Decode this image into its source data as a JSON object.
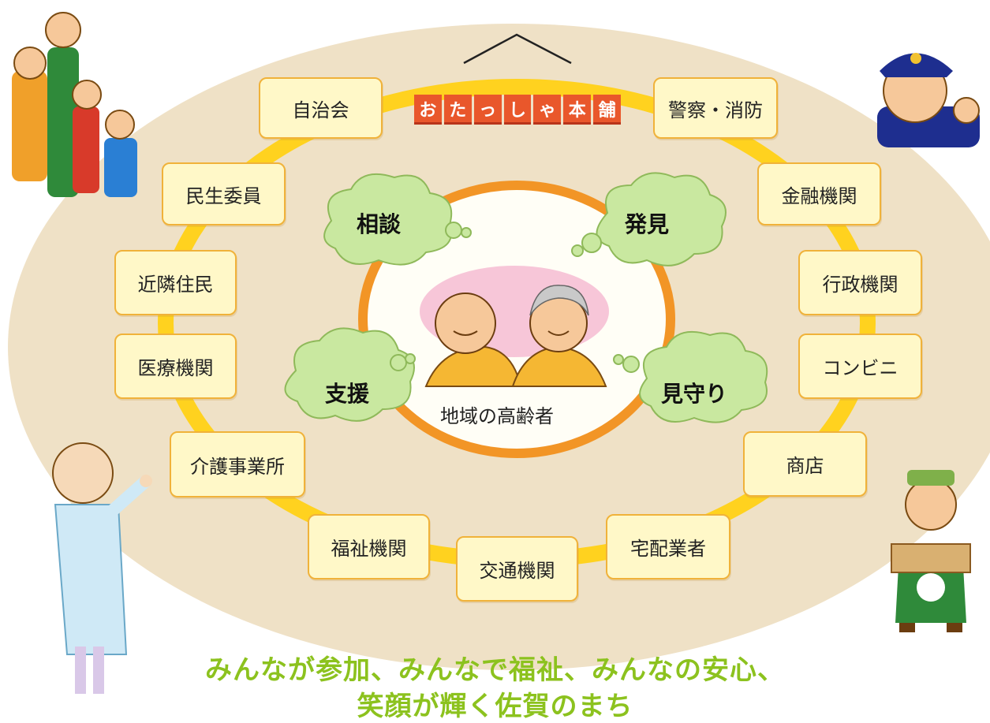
{
  "banner": [
    "お",
    "た",
    "っ",
    "し",
    "ゃ",
    "本",
    "舗"
  ],
  "center": {
    "label": "地域の高齢者"
  },
  "clouds": {
    "consult": "相談",
    "discover": "発見",
    "support": "支援",
    "watch": "見守り"
  },
  "nodes": {
    "neighborhood_assoc": "自治会",
    "welfare_commissioner": "民生委員",
    "neighbors": "近隣住民",
    "medical": "医療機関",
    "care_office": "介護事業所",
    "welfare_org": "福祉機関",
    "transport": "交通機関",
    "delivery": "宅配業者",
    "shops": "商店",
    "convenience": "コンビニ",
    "administration": "行政機関",
    "finance": "金融機関",
    "police_fire": "警察・消防"
  },
  "slogan": {
    "line1": "みんなが参加、みんなで福祉、みんなの安心、",
    "line2": "笑顔が輝く佐賀のまち"
  },
  "colors": {
    "ring": "#ffd21f",
    "inner_ring": "#f29526",
    "background_oval": "#efe1c6",
    "cloud": "#c9e8a0",
    "slogan": "#8cc21e",
    "banner": "#e9572b"
  }
}
